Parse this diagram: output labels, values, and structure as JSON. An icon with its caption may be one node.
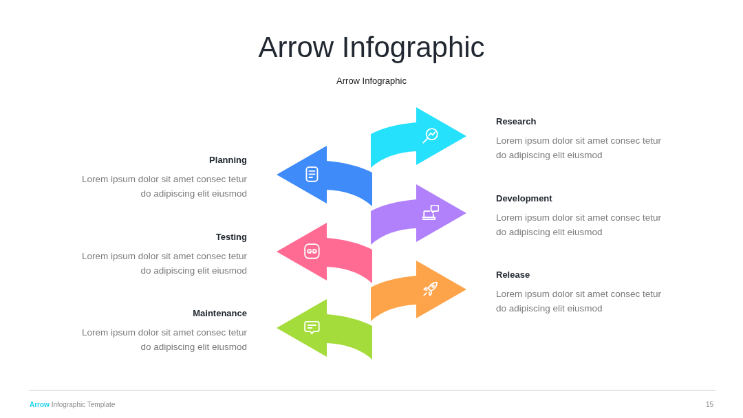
{
  "diagram": {
    "title": "Arrow Infographic",
    "nodes": [
      {
        "text": [
          "Research",
          "Lorem ipsum dolor sit amet consec tetur do adipiscing elit eiusmod"
        ]
      },
      {
        "text": [
          "Planning",
          "Lorem ipsum dolor sit amet consec tetur do adipiscing elit eiusmod"
        ]
      },
      {
        "text": [
          "Development",
          "Lorem ipsum dolor sit amet consec tetur do adipiscing elit eiusmod"
        ]
      },
      {
        "text": [
          "Testing",
          "Lorem ipsum dolor sit amet consec tetur do adipiscing elit eiusmod"
        ]
      },
      {
        "text": [
          "Release",
          "Lorem ipsum dolor sit amet consec tetur do adipiscing elit eiusmod"
        ]
      },
      {
        "text": [
          "Maintenance",
          "Lorem ipsum dolor sit amet consec tetur do adipiscing elit eiusmod"
        ]
      }
    ],
    "labels": [
      "Arrow Infographic",
      "**Arrow** Infographic Template",
      "15"
    ]
  }
}
